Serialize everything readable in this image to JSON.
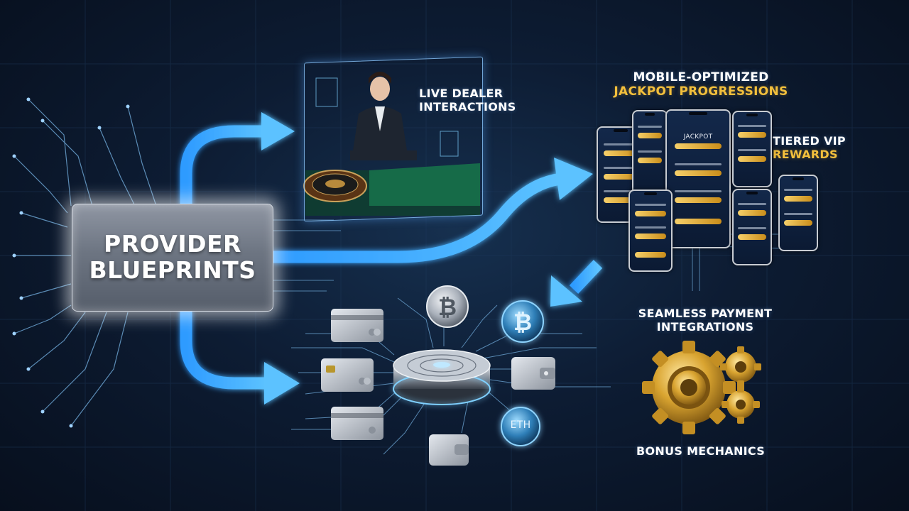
{
  "diagram": {
    "source": {
      "label_line1": "PROVIDER",
      "label_line2": "BLUEPRINTS"
    },
    "live_dealer": {
      "label_line1": "LIVE DEALER",
      "label_line2": "INTERACTIONS"
    },
    "mobile": {
      "label_line1": "MOBILE-OPTIMIZED",
      "label_line2": "JACKPOT PROGRESSIONS",
      "phone_title": "JACKPOT"
    },
    "vip": {
      "label_line1": "TIERED VIP",
      "label_line2": "REWARDS"
    },
    "payments": {
      "label_line1": "SEAMLESS PAYMENT",
      "label_line2": "INTEGRATIONS",
      "eth_label": "ETH"
    },
    "bonus": {
      "label": "BONUS MECHANICS"
    }
  },
  "colors": {
    "background": "#0d1c33",
    "arrow": "#3aa9ff",
    "gold": "#f2bf3c",
    "white": "#ffffff",
    "circuit": "#7fb9e6"
  },
  "icons": [
    "bitcoin-icon",
    "wallet-icon",
    "credit-card-icon",
    "ethereum-coin-icon",
    "gear-icon",
    "roulette-wheel-icon",
    "smartphone-icon",
    "hub-disc-icon"
  ]
}
